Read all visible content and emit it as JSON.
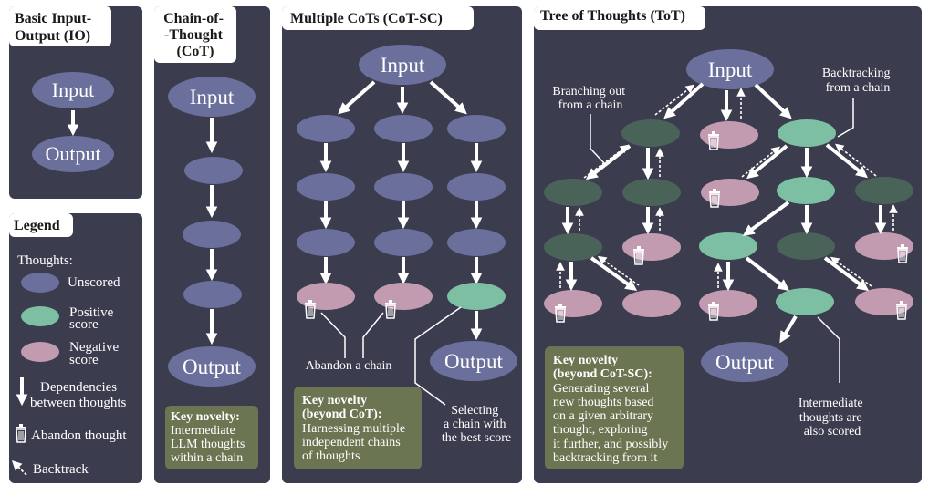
{
  "colors": {
    "panel": "#3b3c4e",
    "unscored": "#6b6f9c",
    "positive": "#7dbfa2",
    "negative": "#c39bb1",
    "dark_node": "#4a6358",
    "novelty_box": "#6b7551",
    "arrow": "#ffffff"
  },
  "panels": {
    "io": {
      "title_lines": [
        "Basic Input-",
        "Output (IO)"
      ],
      "input": "Input",
      "output": "Output"
    },
    "legend": {
      "title": "Legend",
      "thoughts_label": "Thoughts:",
      "unscored": "Unscored",
      "positive_lines": [
        "Positive",
        "score"
      ],
      "negative_lines": [
        "Negative",
        "score"
      ],
      "dependencies_lines": [
        "Dependencies",
        "between thoughts"
      ],
      "abandon": "Abandon thought",
      "backtrack": "Backtrack"
    },
    "cot": {
      "title_lines": [
        "Chain-of-",
        "-Thought",
        "(CoT)"
      ],
      "input": "Input",
      "output": "Output",
      "novelty_title": "Key novelty:",
      "novelty_lines": [
        "Intermediate",
        "LLM thoughts",
        "within a chain"
      ]
    },
    "cotsc": {
      "title": "Multiple CoTs (CoT-SC)",
      "input": "Input",
      "output": "Output",
      "abandon_label": "Abandon a chain",
      "selecting_lines": [
        "Selecting",
        "a chain with",
        "the best score"
      ],
      "novelty_title_lines": [
        "Key novelty",
        "(beyond CoT):"
      ],
      "novelty_lines": [
        "Harnessing multiple",
        "independent chains",
        "of thoughts"
      ]
    },
    "tot": {
      "title": "Tree of Thoughts (ToT)",
      "input": "Input",
      "output": "Output",
      "branching_lines": [
        "Branching out",
        "from a chain"
      ],
      "backtracking_lines": [
        "Backtracking",
        "from a chain"
      ],
      "intermediate_lines": [
        "Intermediate",
        "thoughts are",
        "also scored"
      ],
      "novelty_title_lines": [
        "Key novelty",
        "(beyond CoT-SC):"
      ],
      "novelty_lines": [
        "Generating several",
        "new thoughts based",
        "on a given arbitrary",
        "thought, exploring",
        "it further, and possibly",
        "backtracking from it"
      ]
    }
  }
}
